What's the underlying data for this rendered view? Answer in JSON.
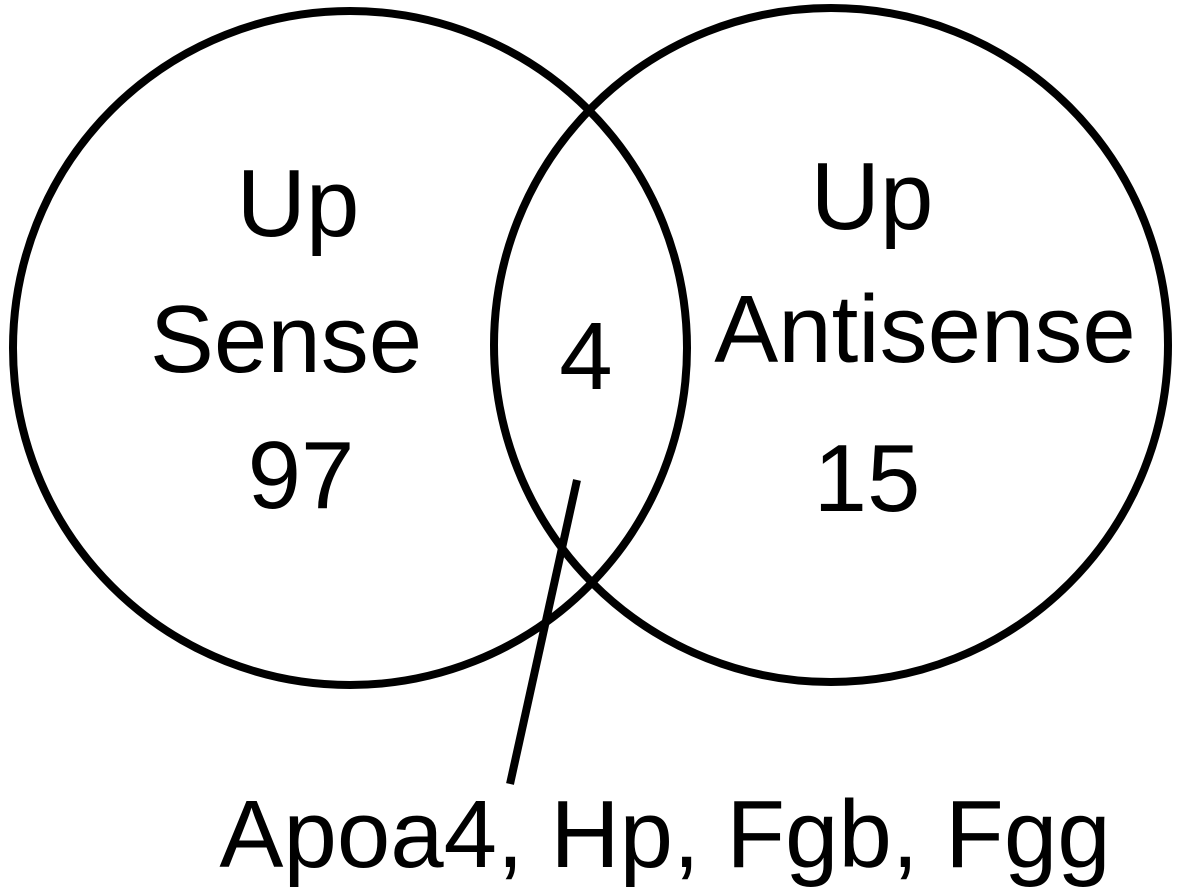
{
  "figure": {
    "type": "venn-diagram",
    "background_color": "#ffffff",
    "stroke_color": "#000000",
    "text_color": "#000000",
    "left_set": {
      "title_line1": "Up",
      "title_line2": "Sense",
      "count": "97"
    },
    "right_set": {
      "title_line1": "Up",
      "title_line2": "Antisense",
      "count": "15"
    },
    "overlap": {
      "count": "4",
      "genes": "Apoa4, Hp, Fgb, Fgg"
    }
  }
}
